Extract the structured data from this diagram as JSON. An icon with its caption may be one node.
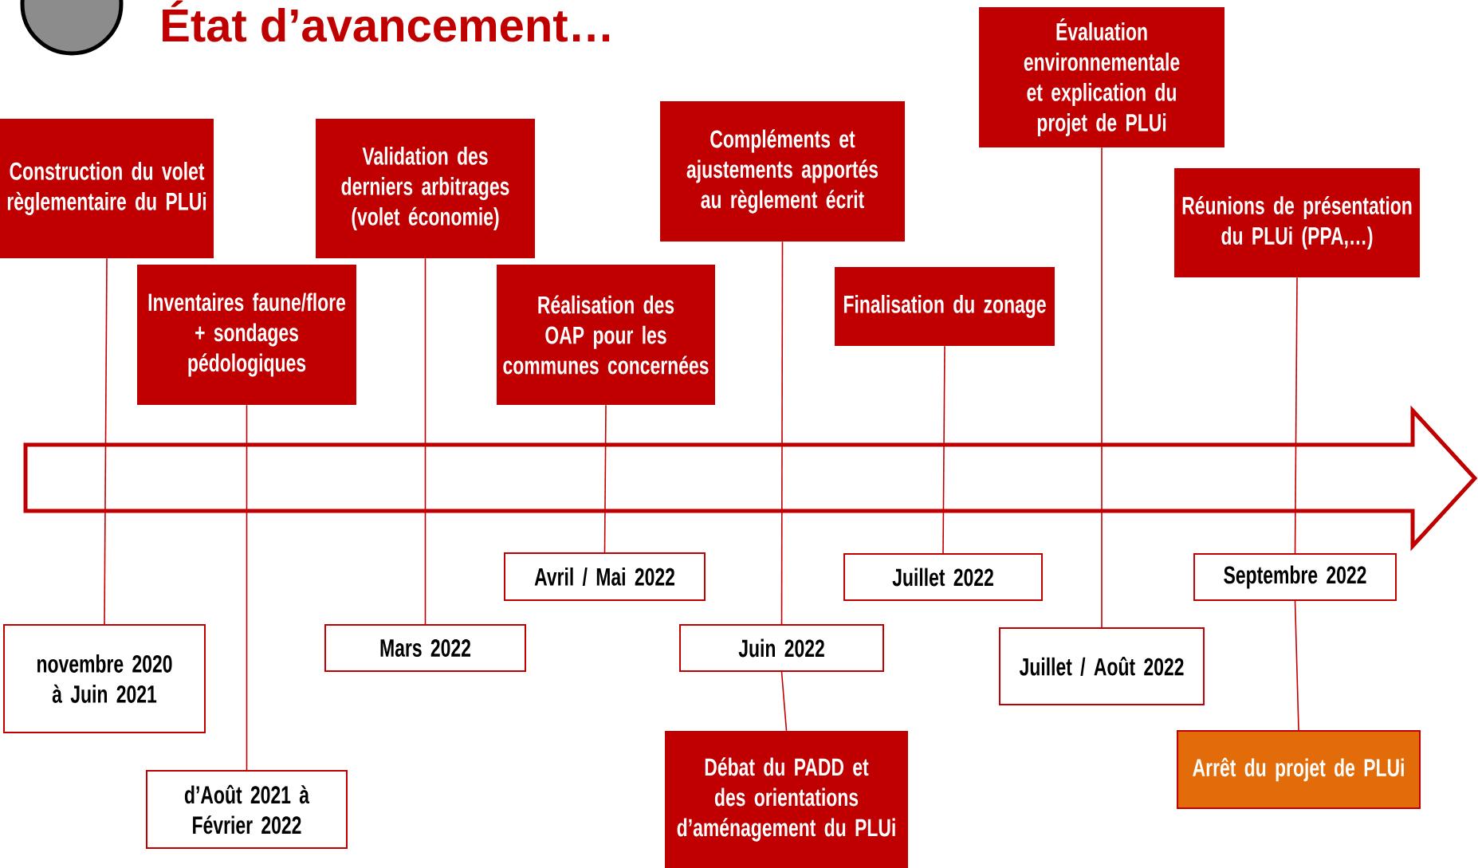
{
  "diagram": {
    "title": "État d’avancement…",
    "nodes": [
      {
        "text": [
          "Construction du volet règlementaire du PLUi"
        ]
      },
      {
        "text": [
          "Inventaires faune/flore + sondages pédologiques"
        ]
      },
      {
        "text": [
          "Validation des derniers arbitrages (volet économie)"
        ]
      },
      {
        "text": [
          "Réalisation des OAP pour les communes concernées"
        ]
      },
      {
        "text": [
          "Compléments et ajustements apportés au règlement écrit"
        ]
      },
      {
        "text": [
          "Finalisation du zonage"
        ]
      },
      {
        "text": [
          "Évaluation environnementale et explication du projet de PLUi"
        ]
      },
      {
        "text": [
          "Réunions de présentation du PLUi (PPA,…)"
        ]
      },
      {
        "text": [
          "novembre 2020 à Juin 2021"
        ]
      },
      {
        "text": [
          "d’Août 2021 à Février 2022"
        ]
      },
      {
        "text": [
          "Mars 2022"
        ]
      },
      {
        "text": [
          "Avril / Mai 2022"
        ]
      },
      {
        "text": [
          "Juin 2022"
        ]
      },
      {
        "text": [
          "Juillet 2022"
        ]
      },
      {
        "text": [
          "Juillet / Août 2022"
        ]
      },
      {
        "text": [
          "Septembre 2022"
        ]
      },
      {
        "text": [
          "Débat du PADD et des orientations d’aménagement du PLUi"
        ]
      },
      {
        "text": [
          "Arrêt du projet de PLUi"
        ]
      }
    ],
    "edges": [
      {
        "from": 0,
        "to": 8,
        "arrow": "none"
      },
      {
        "from": 1,
        "to": 9,
        "arrow": "none"
      },
      {
        "from": 2,
        "to": 10,
        "arrow": "none"
      },
      {
        "from": 3,
        "to": 11,
        "arrow": "none"
      },
      {
        "from": 4,
        "to": 12,
        "arrow": "none"
      },
      {
        "from": 12,
        "to": 16,
        "arrow": "none"
      },
      {
        "from": 5,
        "to": 13,
        "arrow": "none"
      },
      {
        "from": 6,
        "to": 14,
        "arrow": "none"
      },
      {
        "from": 7,
        "to": 15,
        "arrow": "none"
      },
      {
        "from": 15,
        "to": 17,
        "arrow": "none"
      }
    ]
  }
}
